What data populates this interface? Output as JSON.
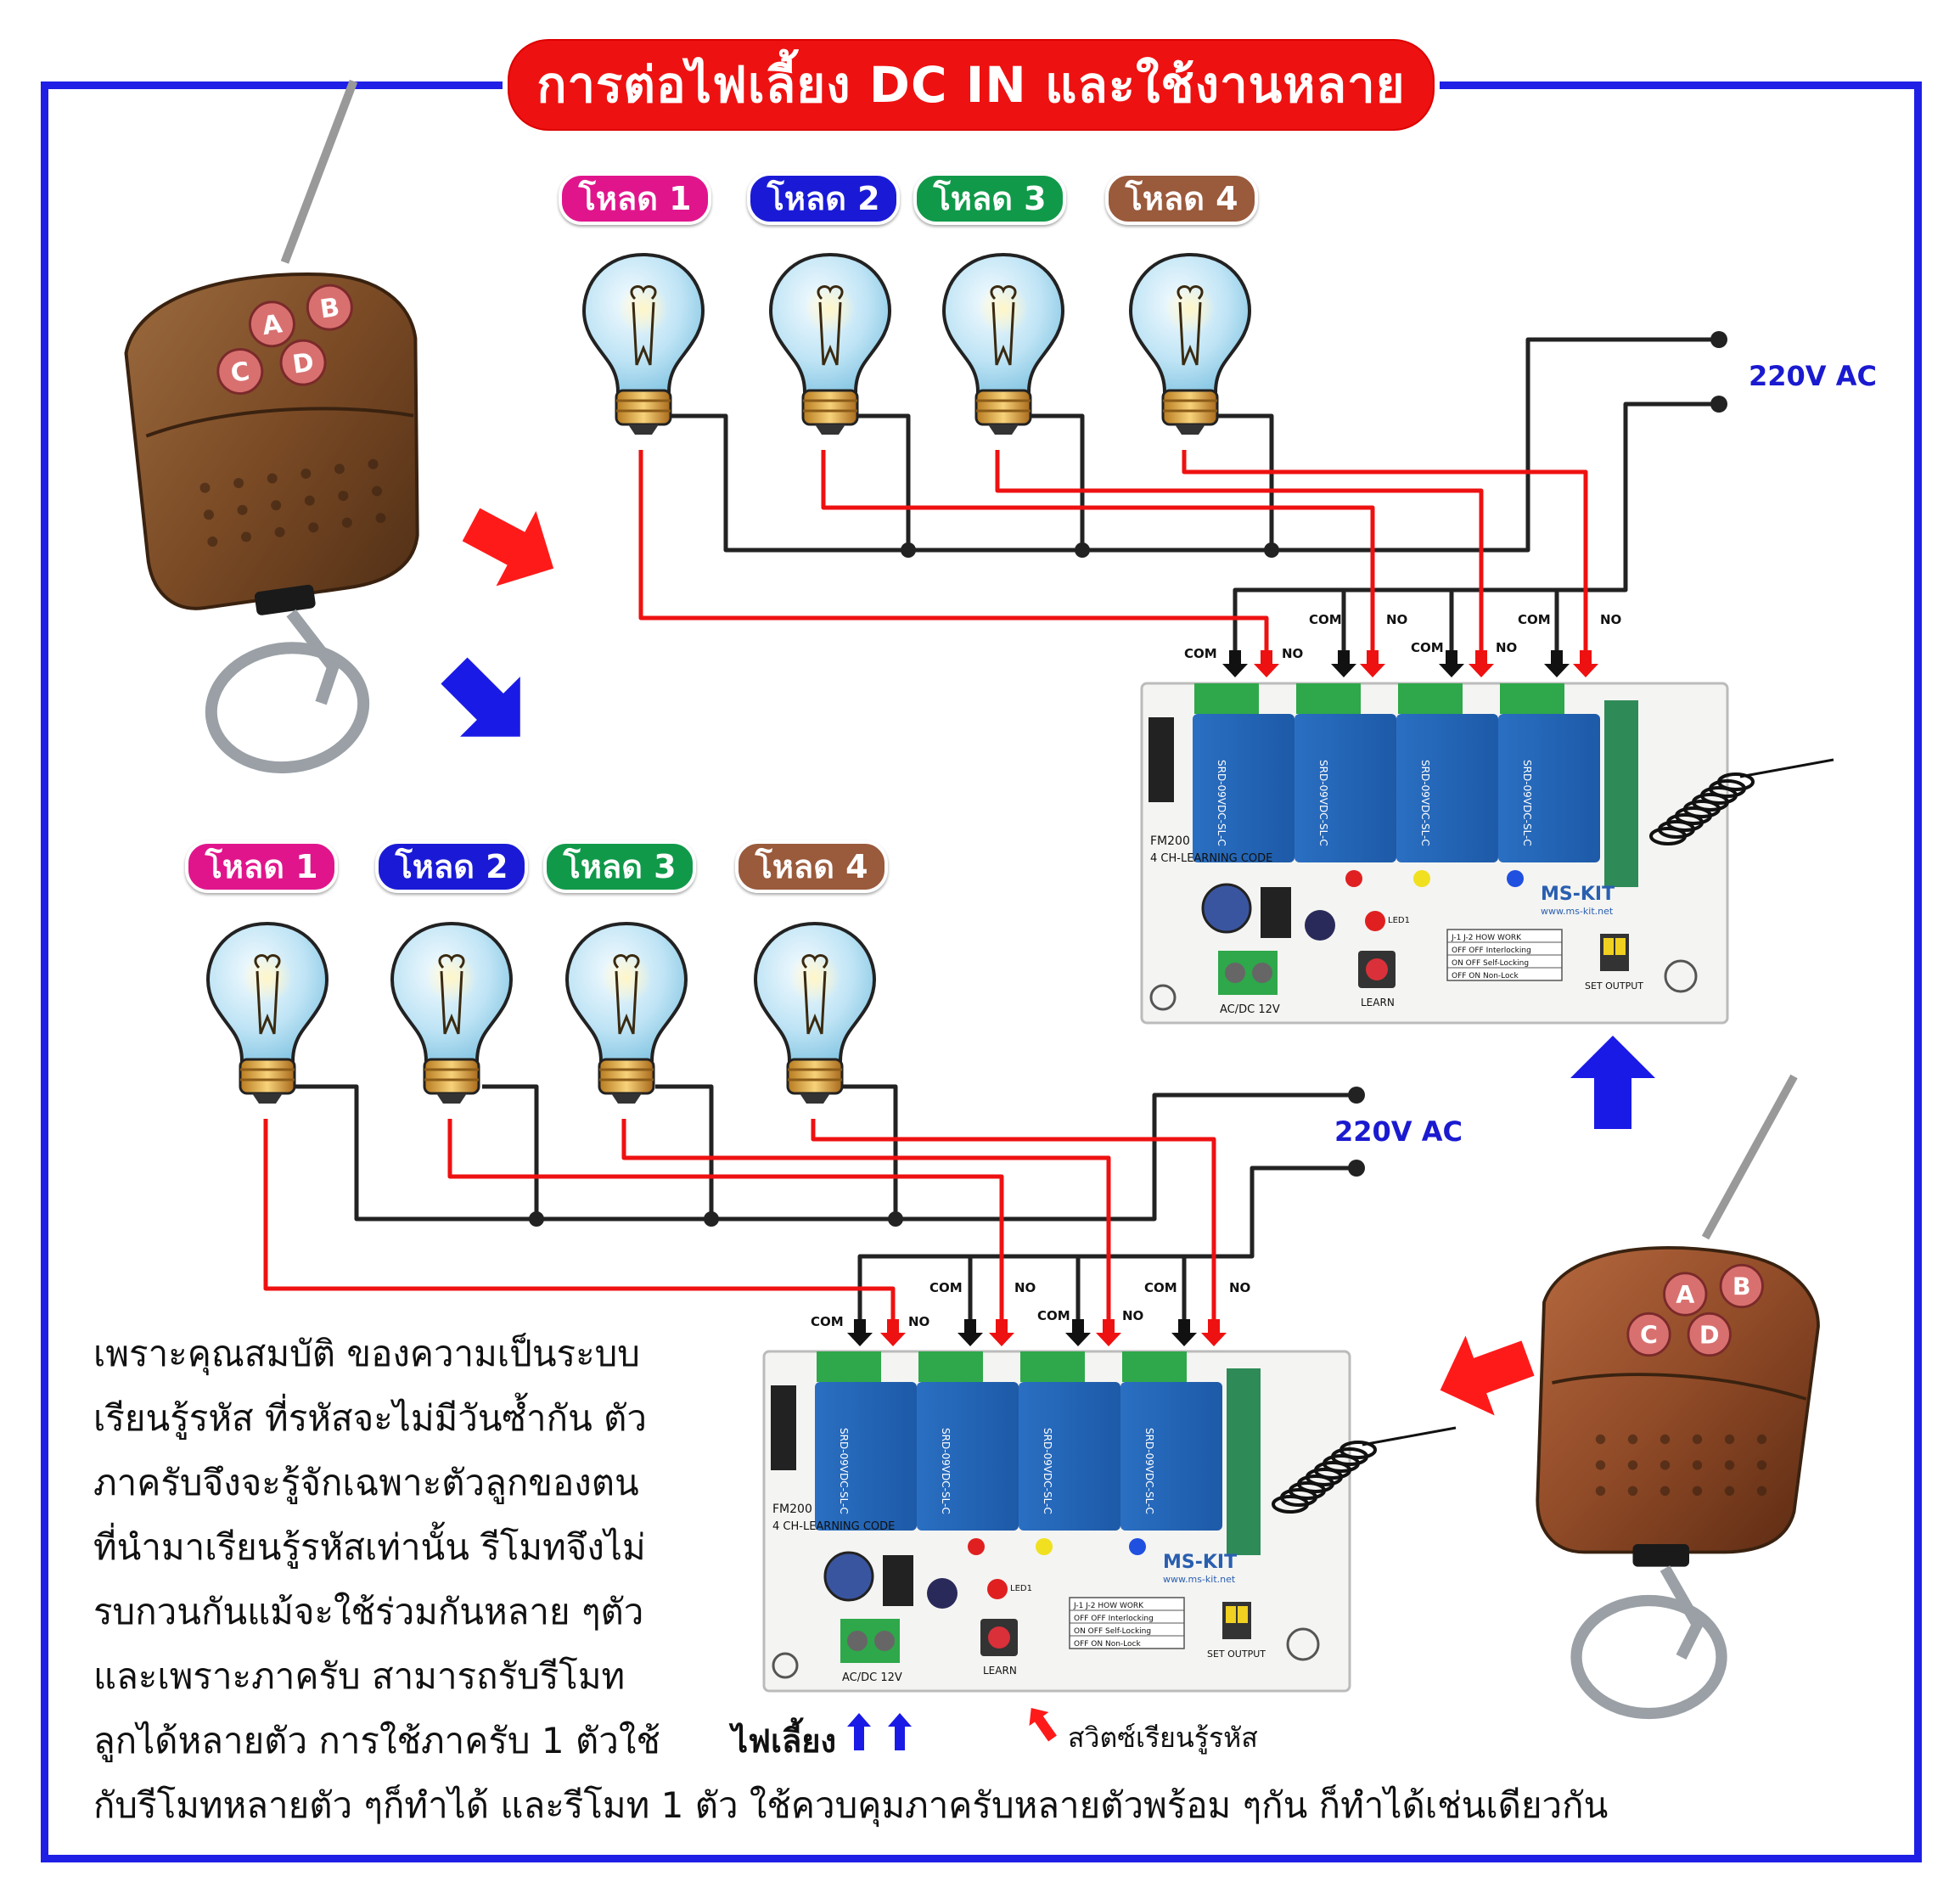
{
  "title": "การต่อไฟเลี้ยง DC IN และใช้งานหลายรีโมท",
  "colors": {
    "frame": "#1f1fe6",
    "title_bg": "#ee1111",
    "load1": "#e0158c",
    "load2": "#1a1ad6",
    "load3": "#11994a",
    "load4": "#9a5a3c",
    "live_wire": "#ee1111",
    "neutral_wire": "#222222",
    "arrow_red": "#ff1a1a",
    "arrow_blue": "#1a1ae6",
    "pcb": "#f4f4f2",
    "relay": "#2a72c8"
  },
  "top_circuit": {
    "loads": [
      "โหลด 1",
      "โหลด 2",
      "โหลด 3",
      "โหลด 4"
    ],
    "supply_label": "220V AC",
    "terminal_labels": [
      "COM",
      "NO",
      "COM",
      "NO",
      "COM",
      "NO",
      "COM",
      "NO"
    ]
  },
  "bottom_circuit": {
    "loads": [
      "โหลด 1",
      "โหลด 2",
      "โหลด 3",
      "โหลด 4"
    ],
    "supply_label": "220V AC",
    "terminal_labels": [
      "COM",
      "NO",
      "COM",
      "NO",
      "COM",
      "NO",
      "COM",
      "NO"
    ],
    "power_label": "ไฟเลี้ยง",
    "learn_switch_label": "สวิตซ์เรียนรู้รหัส"
  },
  "board": {
    "model": "FM200",
    "subtitle": "4 CH-LEARNING CODE",
    "brand": "MS-KIT",
    "website": "www.ms-kit.net",
    "relay_text": "SRD-09VDC-SL-C",
    "power_label": "AC/DC 12V",
    "learn_label": "LEARN",
    "set_output_label": "SET OUTPUT",
    "led_label": "LED1",
    "jumper_table": {
      "headers": [
        "J-1",
        "J-2",
        "HOW WORK"
      ],
      "rows": [
        [
          "OFF",
          "OFF",
          "Interlocking"
        ],
        [
          "ON",
          "OFF",
          "Self-Locking"
        ],
        [
          "OFF",
          "ON",
          "Non-Lock"
        ]
      ]
    }
  },
  "remote": {
    "buttons": [
      "A",
      "B",
      "C",
      "D"
    ]
  },
  "paragraph": [
    "เพราะคุณสมบัติ ของความเป็นระบบ",
    "เรียนรู้รหัส ที่รหัสจะไม่มีวันซ้ำกัน ตัว",
    "ภาครับจึงจะรู้จักเฉพาะตัวลูกของตน",
    "ที่นำมาเรียนรู้รหัสเท่านั้น รีโมทจึงไม่",
    "รบกวนกันแม้จะใช้ร่วมกันหลาย ๆตัว",
    "และเพราะภาครับ สามารถรับรีโมท",
    "ลูกได้หลายตัว การใช้ภาครับ 1 ตัวใช้",
    "กับรีโมทหลายตัว ๆก็ทำได้ และรีโมท 1 ตัว ใช้ควบคุมภาครับหลายตัวพร้อม ๆกัน ก็ทำได้เช่นเดียวกัน"
  ]
}
